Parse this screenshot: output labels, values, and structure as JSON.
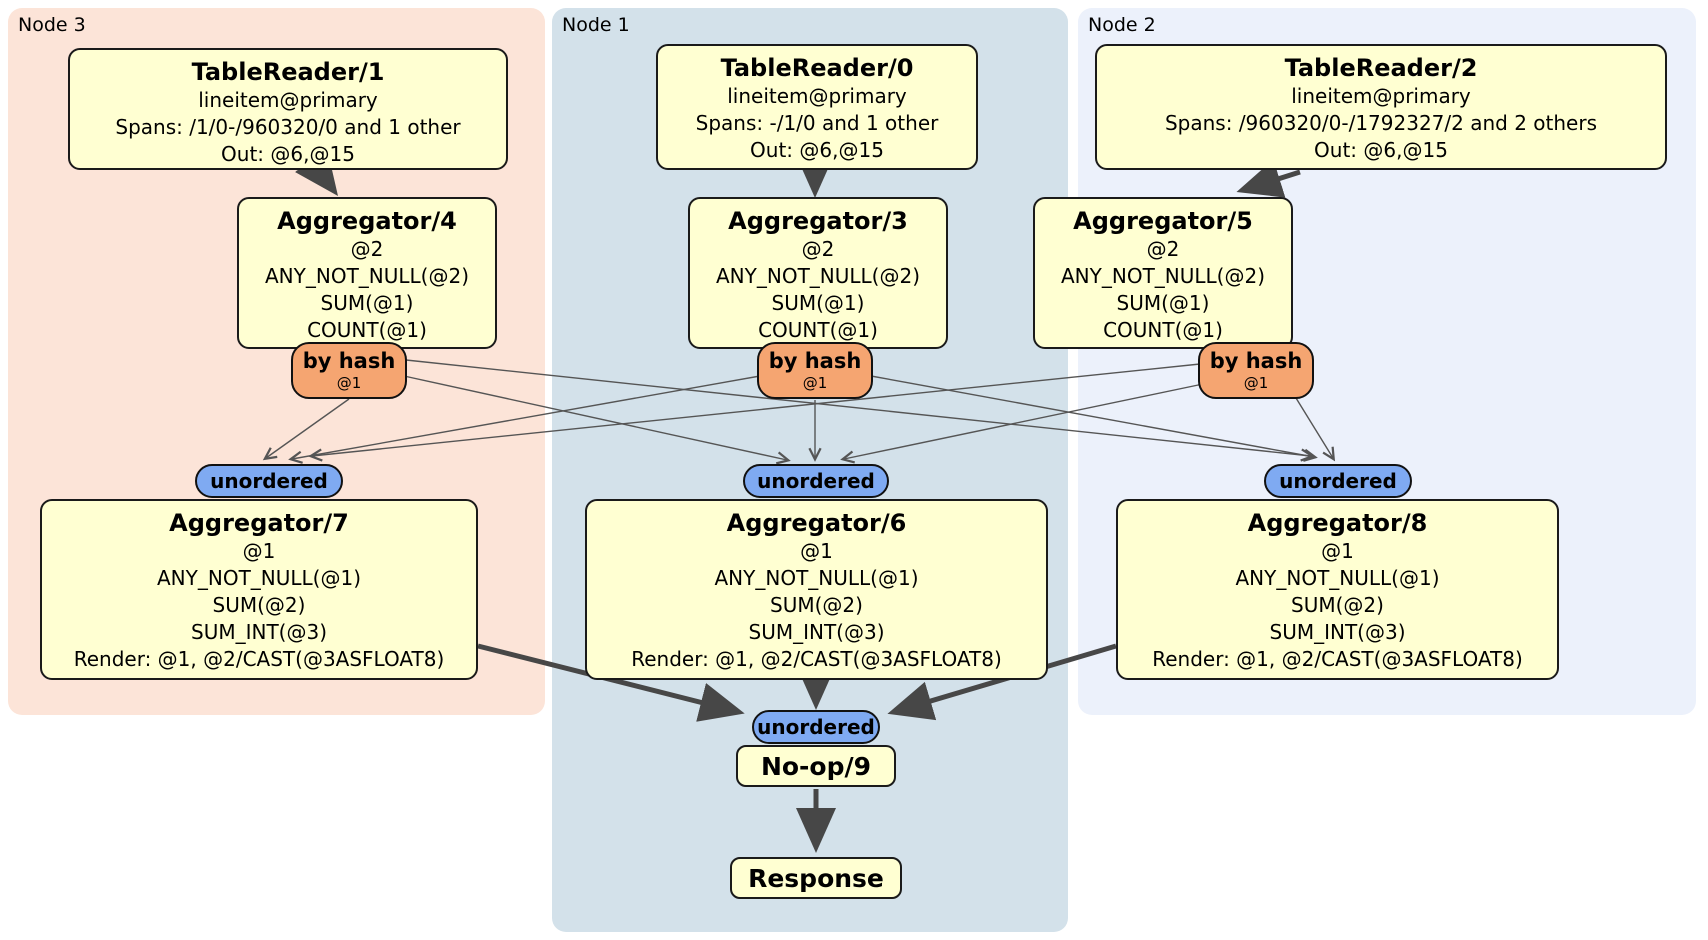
{
  "regions": {
    "node3": {
      "label": "Node 3"
    },
    "node1": {
      "label": "Node 1"
    },
    "node2": {
      "label": "Node 2"
    }
  },
  "processors": {
    "tablereader1": {
      "title": "TableReader/1",
      "lines": [
        "lineitem@primary",
        "Spans: /1/0-/960320/0 and 1 other",
        "Out: @6,@15"
      ]
    },
    "tablereader0": {
      "title": "TableReader/0",
      "lines": [
        "lineitem@primary",
        "Spans: -/1/0 and 1 other",
        "Out: @6,@15"
      ]
    },
    "tablereader2": {
      "title": "TableReader/2",
      "lines": [
        "lineitem@primary",
        "Spans: /960320/0-/1792327/2 and 2 others",
        "Out: @6,@15"
      ]
    },
    "aggregator4": {
      "title": "Aggregator/4",
      "lines": [
        "@2",
        "ANY_NOT_NULL(@2)",
        "SUM(@1)",
        "COUNT(@1)"
      ]
    },
    "aggregator3": {
      "title": "Aggregator/3",
      "lines": [
        "@2",
        "ANY_NOT_NULL(@2)",
        "SUM(@1)",
        "COUNT(@1)"
      ]
    },
    "aggregator5": {
      "title": "Aggregator/5",
      "lines": [
        "@2",
        "ANY_NOT_NULL(@2)",
        "SUM(@1)",
        "COUNT(@1)"
      ]
    },
    "aggregator7": {
      "title": "Aggregator/7",
      "lines": [
        "@1",
        "ANY_NOT_NULL(@1)",
        "SUM(@2)",
        "SUM_INT(@3)",
        "Render: @1, @2/CAST(@3ASFLOAT8)"
      ]
    },
    "aggregator6": {
      "title": "Aggregator/6",
      "lines": [
        "@1",
        "ANY_NOT_NULL(@1)",
        "SUM(@2)",
        "SUM_INT(@3)",
        "Render: @1, @2/CAST(@3ASFLOAT8)"
      ]
    },
    "aggregator8": {
      "title": "Aggregator/8",
      "lines": [
        "@1",
        "ANY_NOT_NULL(@1)",
        "SUM(@2)",
        "SUM_INT(@3)",
        "Render: @1, @2/CAST(@3ASFLOAT8)"
      ]
    },
    "noop9": {
      "title": "No-op/9"
    },
    "response": {
      "title": "Response"
    }
  },
  "routers": {
    "by_hash": {
      "label": "by hash",
      "detail": "@1"
    }
  },
  "syncs": {
    "unordered": {
      "label": "unordered"
    }
  },
  "colors": {
    "node3_bg": "#fce4d8",
    "node1_bg": "#d3e1ea",
    "node2_bg": "#ecf1fb",
    "box_bg": "#ffffd2",
    "box_border": "#1a1a1a",
    "router_bg": "#f5a571",
    "sync_bg": "#7faaf2",
    "edge_thin": "#555555",
    "edge_thick": "#474747"
  }
}
